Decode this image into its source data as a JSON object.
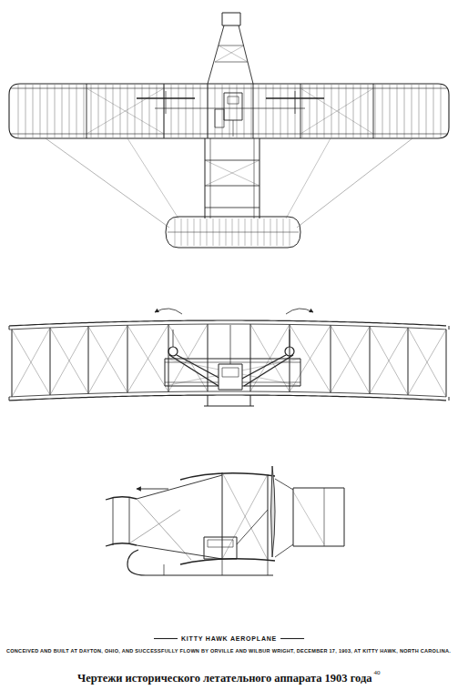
{
  "diagram": {
    "title": "KITTY HAWK AEROPLANE",
    "caption": "Чертежи исторического летательного аппарата 1903 года",
    "labels": [
      "CONCEIVED AND BUILT AT DAYTON, OHIO, AND SUCCESSFULLY FLOWN BY ORVILLE AND WILBUR WRIGHT, DECEMBER 17, 1903, AT KITTY HAWK, NORTH CAROLINA.",
      "40"
    ]
  }
}
